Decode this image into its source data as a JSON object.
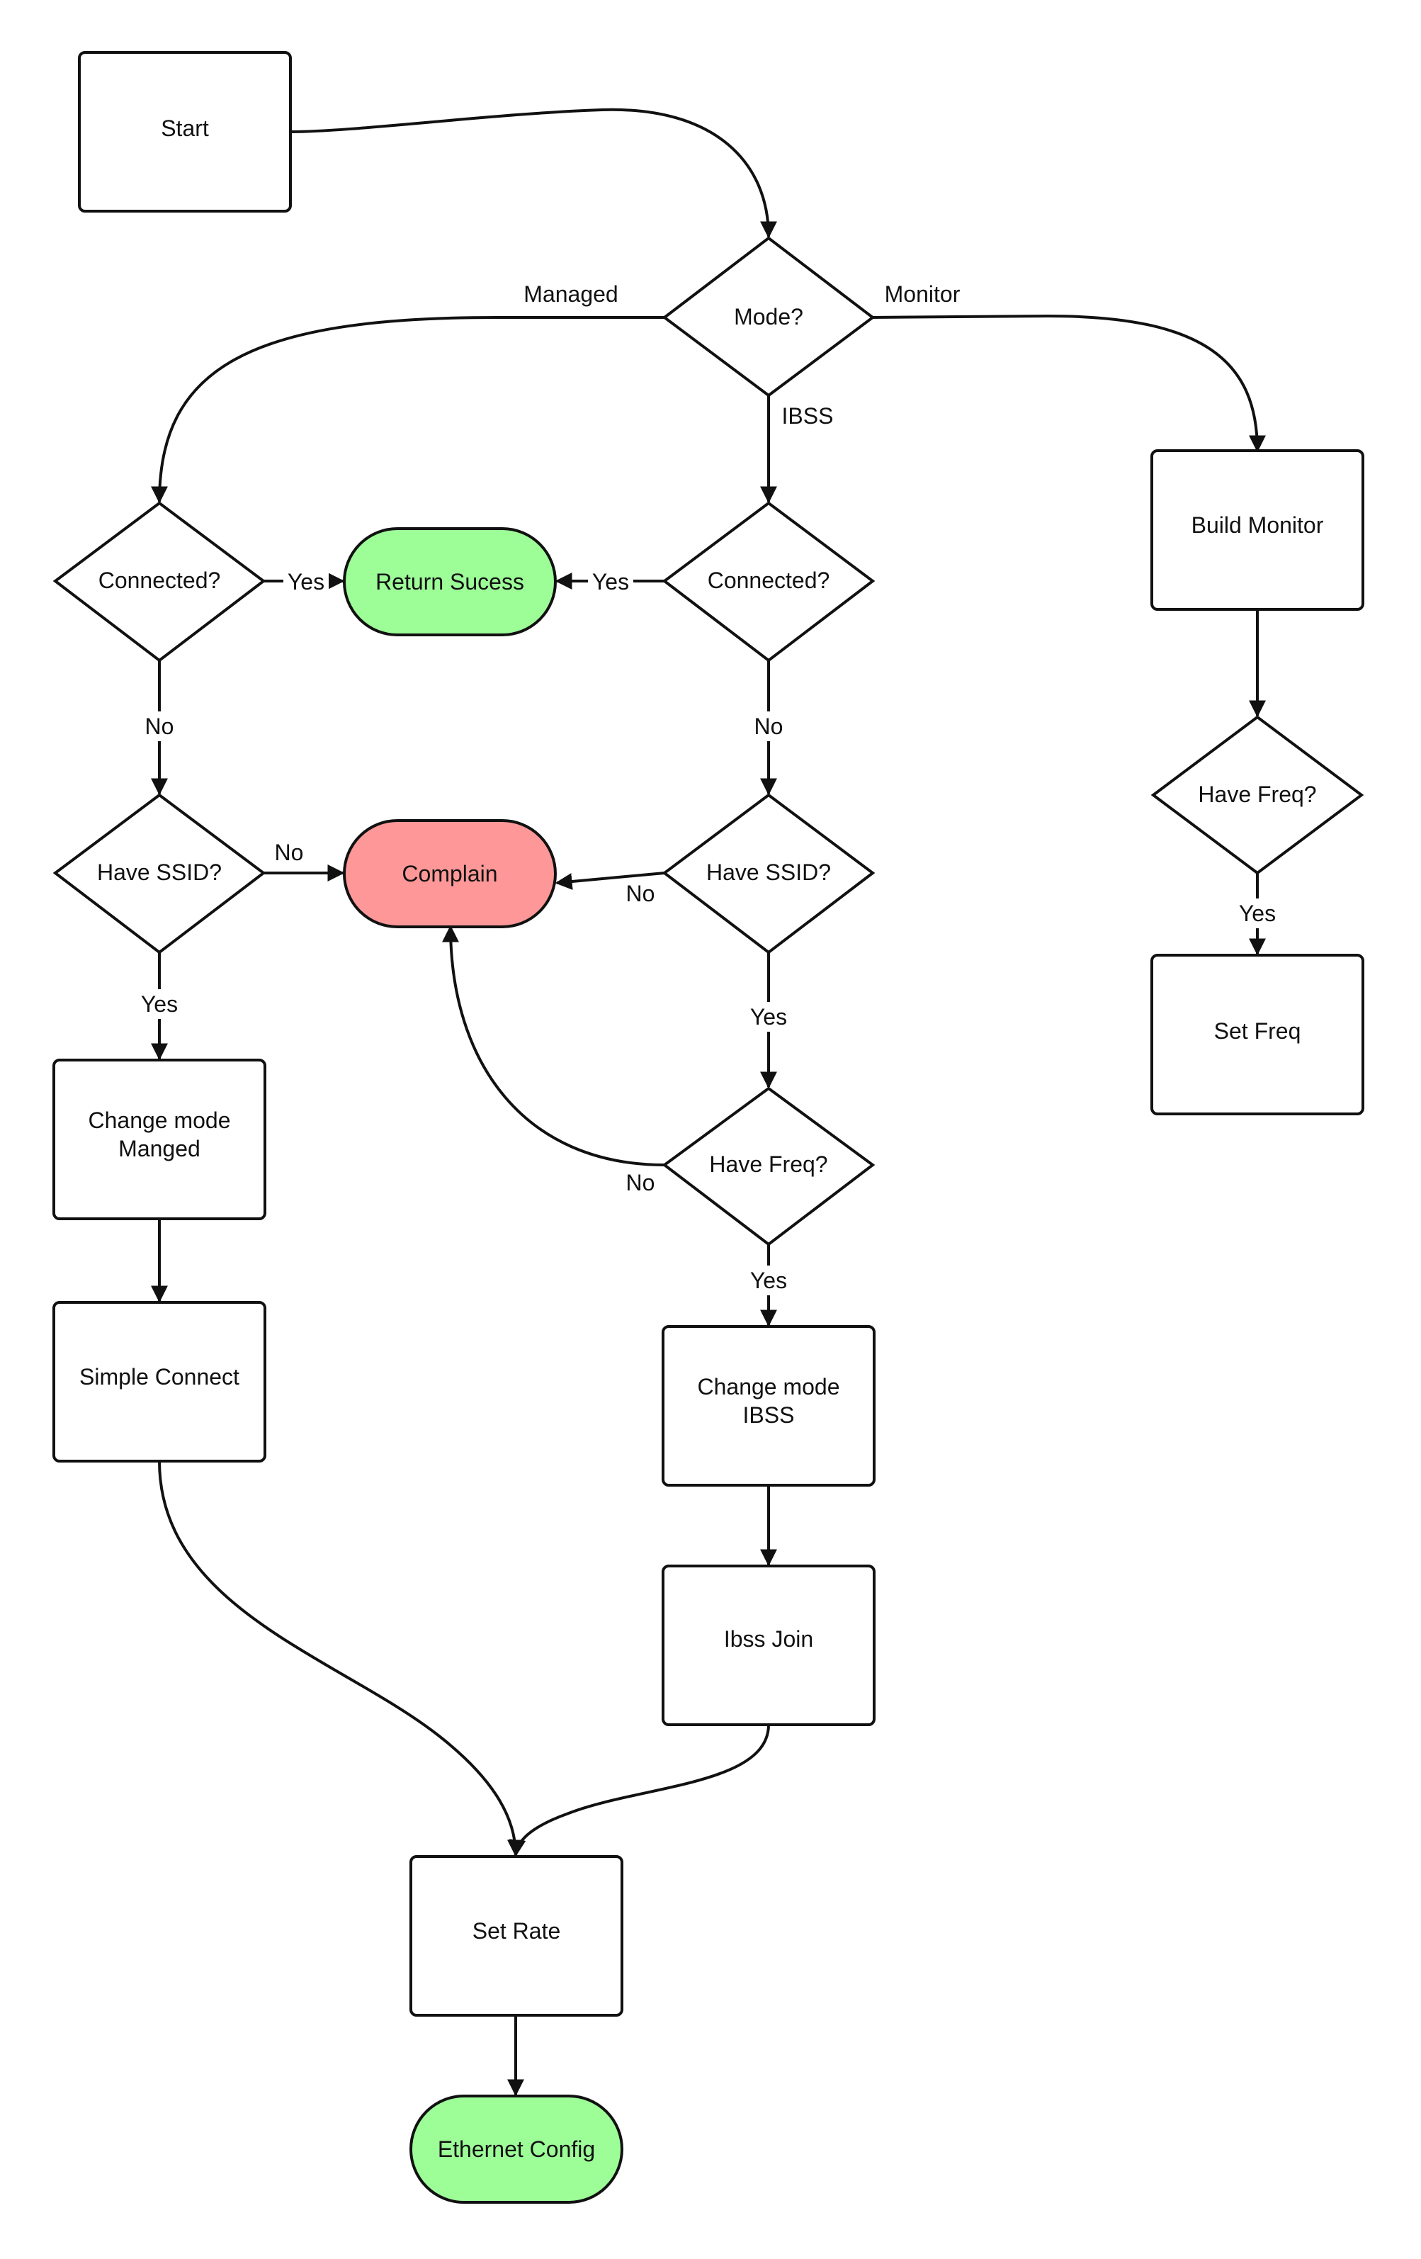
{
  "colors": {
    "success": "#9dfe98",
    "complain": "#fe9898",
    "stroke": "#111111"
  },
  "nodes": {
    "start": "Start",
    "mode": "Mode?",
    "connected_managed": "Connected?",
    "return_success": "Return Sucess",
    "connected_ibss": "Connected?",
    "build_monitor": "Build Monitor",
    "have_ssid_managed": "Have SSID?",
    "complain": "Complain",
    "have_ssid_ibss": "Have SSID?",
    "have_freq_monitor": "Have Freq?",
    "set_freq": "Set Freq",
    "change_mode_managed": [
      "Change mode",
      "Manged"
    ],
    "have_freq_ibss": "Have Freq?",
    "simple_connect": "Simple Connect",
    "change_mode_ibss": [
      "Change mode",
      "IBSS"
    ],
    "ibss_join": "Ibss Join",
    "set_rate": "Set Rate",
    "ethernet_config": "Ethernet Config"
  },
  "edges": {
    "managed": "Managed",
    "monitor": "Monitor",
    "ibss": "IBSS",
    "yes_connected_managed": "Yes",
    "yes_connected_ibss": "Yes",
    "no_connected_managed": "No",
    "no_connected_ibss": "No",
    "no_ssid_managed": "No",
    "no_ssid_ibss": "No",
    "yes_ssid_managed": "Yes",
    "yes_ssid_ibss": "Yes",
    "yes_freq_monitor": "Yes",
    "no_freq_ibss": "No",
    "yes_freq_ibss": "Yes"
  }
}
